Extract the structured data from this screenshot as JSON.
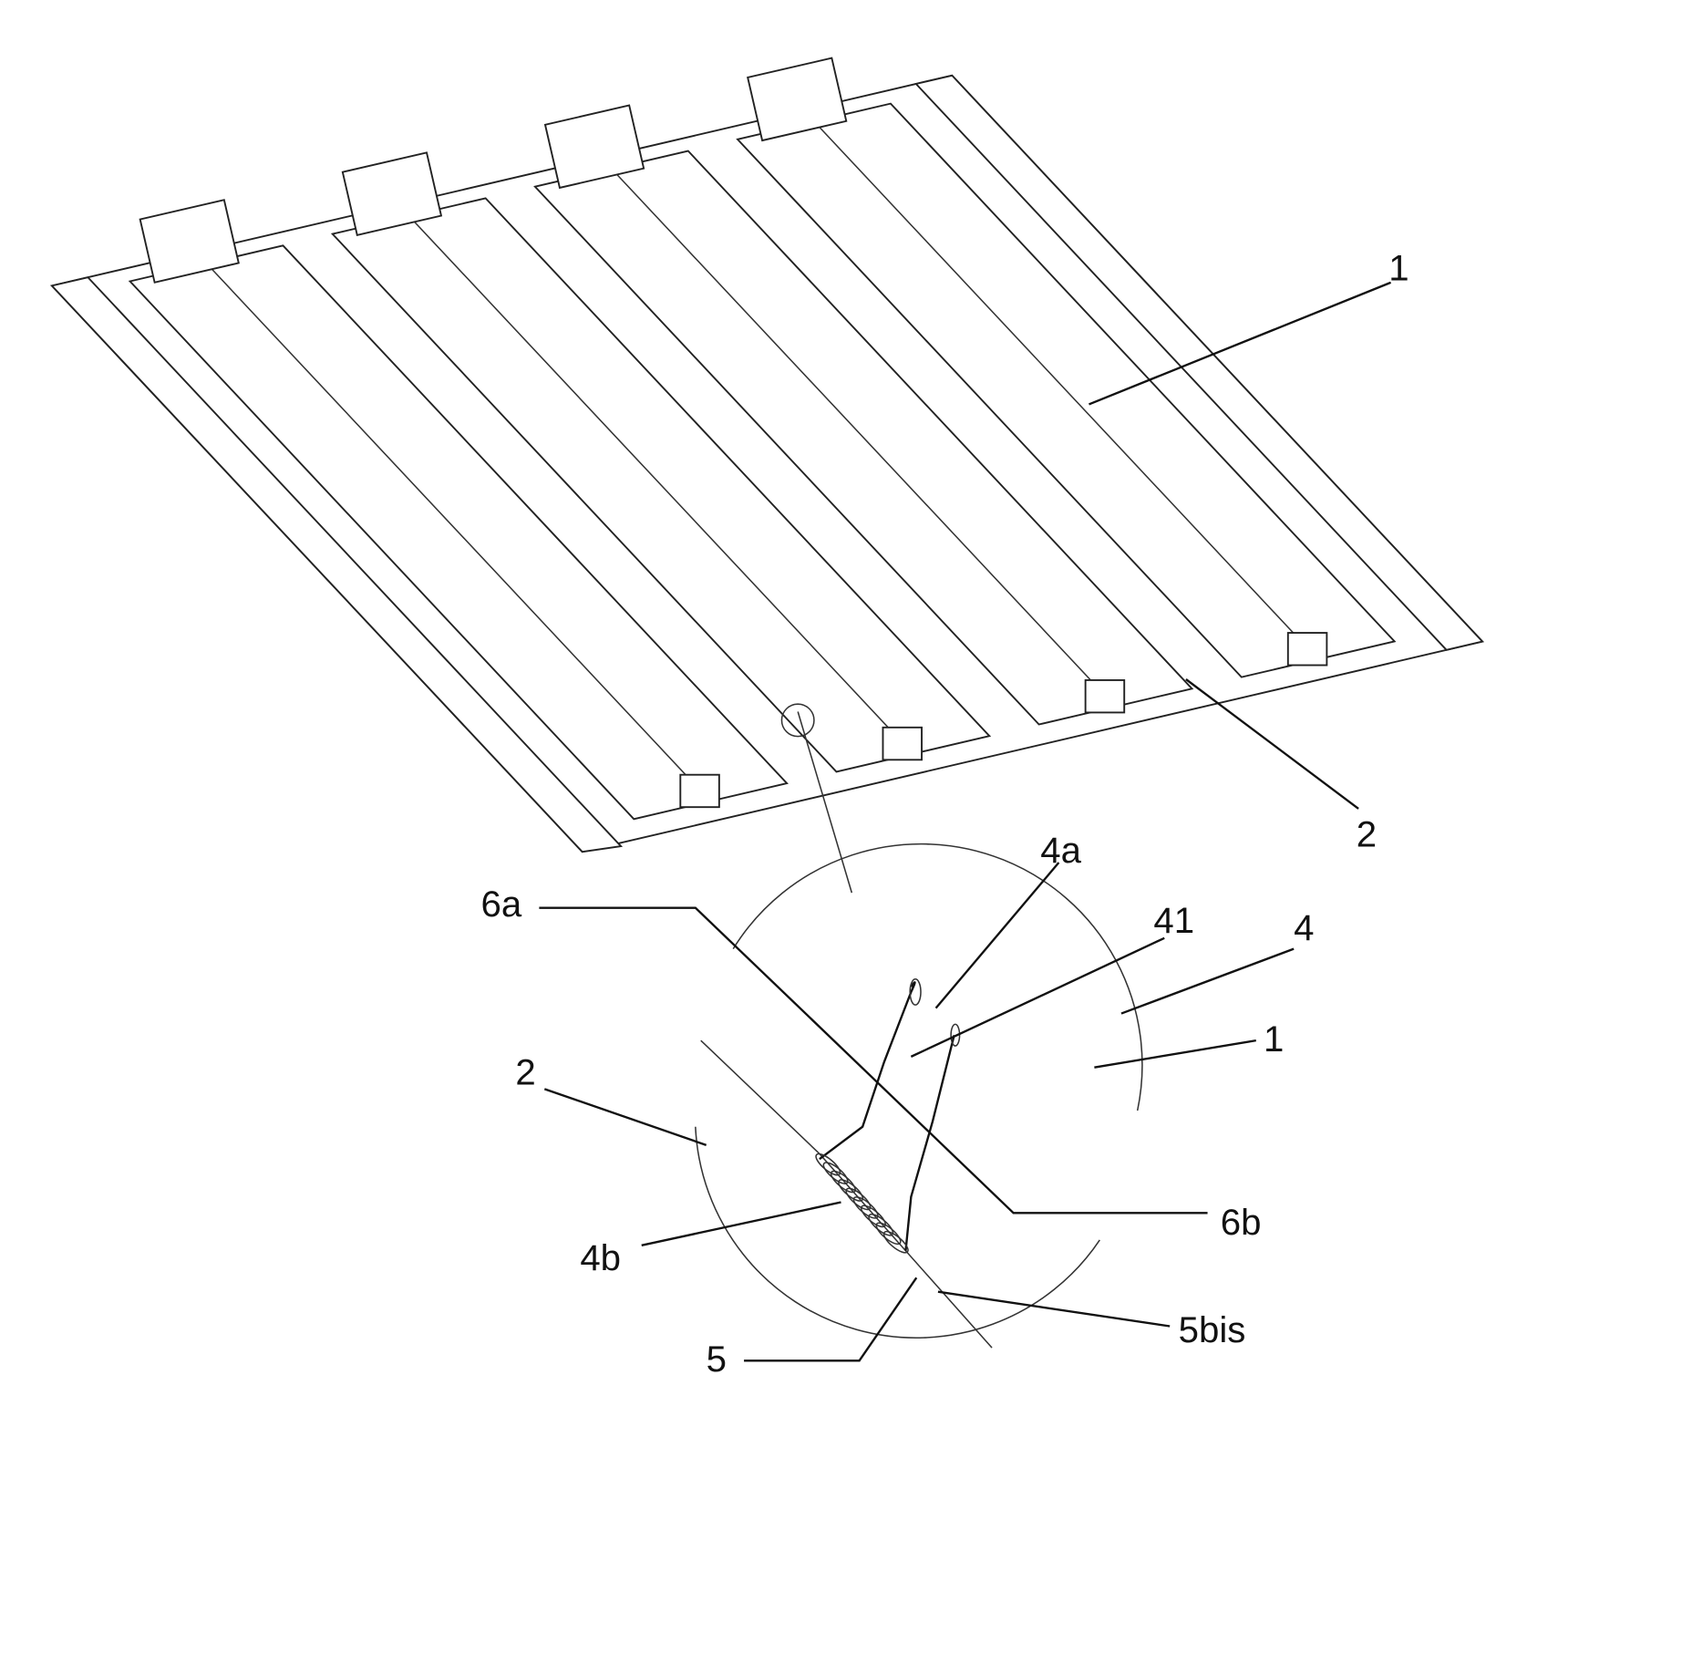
{
  "figure": {
    "labels": {
      "main_1": "1",
      "main_2": "2",
      "detail_4a": "4a",
      "detail_6a": "6a",
      "detail_41": "41",
      "detail_4": "4",
      "detail_1": "1",
      "detail_2": "2",
      "detail_6b": "6b",
      "detail_4b": "4b",
      "detail_5bis": "5bis",
      "detail_5": "5"
    },
    "channel_count": 4
  }
}
